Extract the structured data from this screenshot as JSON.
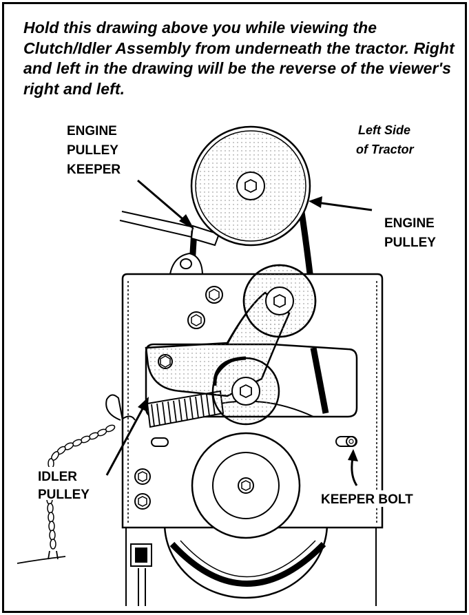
{
  "instructions": "Hold this drawing above you while viewing the Clutch/Idler Assembly from underneath the tractor. Right and left in the drawing will be the reverse of the viewer's right and left.",
  "labels": {
    "engine_pulley_keeper": [
      "ENGINE",
      "PULLEY",
      "KEEPER"
    ],
    "left_side": [
      "Left Side",
      "of Tractor"
    ],
    "engine_pulley": [
      "ENGINE",
      "PULLEY"
    ],
    "idler_pulley": [
      "IDLER",
      "PULLEY"
    ],
    "keeper_bolt": "KEEPER BOLT"
  }
}
